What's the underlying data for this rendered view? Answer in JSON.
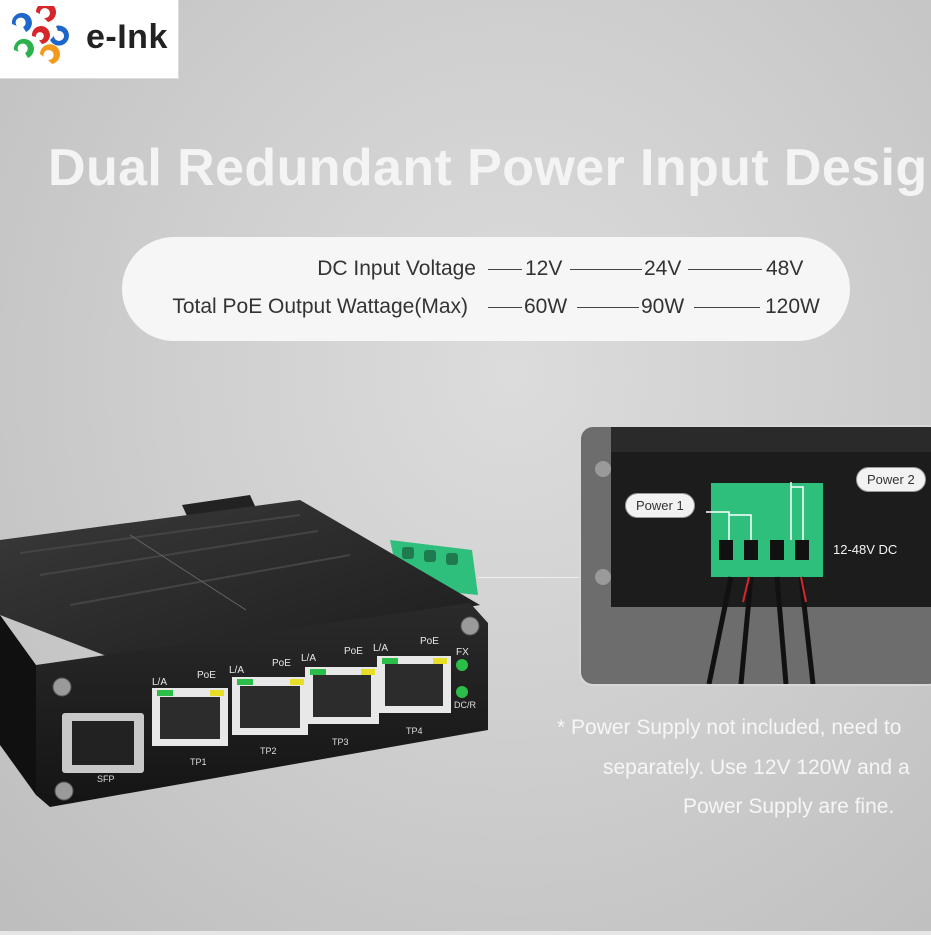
{
  "brand": {
    "name": "e-Ink",
    "colors": {
      "blue": "#1e66c9",
      "red": "#d6262b",
      "green": "#2bb24c",
      "orange": "#f39a1d"
    }
  },
  "headline": "Dual Redundant Power Input Desig",
  "spec_table": {
    "rows": [
      {
        "label": "DC Input Voltage",
        "values": [
          "12V",
          "24V",
          "48V"
        ]
      },
      {
        "label": "Total PoE Output Wattage(Max)",
        "values": [
          "60W",
          "90W",
          "120W"
        ]
      }
    ]
  },
  "detail": {
    "callout_power1": "Power 1",
    "callout_power2": "Power 2",
    "voltage_range": "12-48V DC",
    "terminal_color": "#2fbf7d"
  },
  "device": {
    "ports": [
      "TP1",
      "TP2",
      "TP3",
      "TP4"
    ],
    "sfp_label": "SFP",
    "la_label": "L/A",
    "poe_label": "PoE",
    "fx_label": "FX",
    "pwr_label": "DC/R"
  },
  "note_lines": [
    "* Power Supply not included, need to",
    "separately. Use 12V 120W and a",
    "Power Supply are fine."
  ]
}
